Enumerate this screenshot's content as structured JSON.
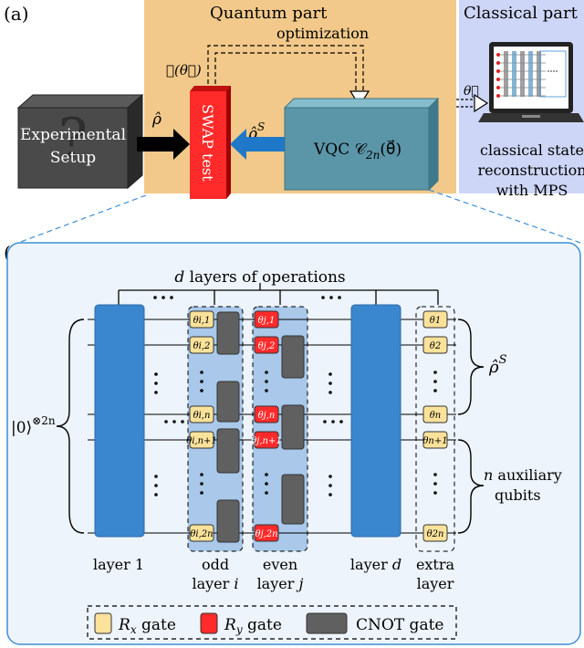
{
  "panel_a": {
    "label": "(a)",
    "quantum_title": "Quantum part",
    "classical_title": "Classical part",
    "optimization": "optimization",
    "cost_fn": "ℱ(θ⃗)",
    "experimental_line1": "Experimental",
    "experimental_line2": "Setup",
    "question_mark": "?",
    "rho_hat": "ρ̂",
    "rho_s": "ρ̂",
    "rho_s_sup": "S",
    "swap_test": "SWAP test",
    "vqc": "VQC 𝒞",
    "vqc_sub": "2n",
    "vqc_arg": "(θ⃗)",
    "theta_arrow": "θ⃗",
    "recon_line1": "classical state",
    "recon_line2": "reconstruction",
    "recon_line3": "with MPS",
    "colors": {
      "quantum_bg": "#f2c98a",
      "classical_bg": "#cdd6f7",
      "swap_red": "#ff2a2a",
      "vqc_teal": "#5b96a8",
      "box_dark": "#3a3a3a",
      "arrow_blue": "#1f78c8"
    }
  },
  "panel_b": {
    "label": "(b)",
    "d_layers": "d layers of operations",
    "dots": "• • •",
    "ket": "|0⟩",
    "ket_sup": "⊗2n",
    "rho_s": "ρ̂",
    "rho_s_sup": "S",
    "aux_line1": "n auxiliary",
    "aux_line2": "qubits",
    "layer1": "layer 1",
    "odd_line1": "odd",
    "odd_line2": "layer i",
    "even_line1": "even",
    "even_line2": "layer j",
    "layer_d": "layer d",
    "extra_line1": "extra",
    "extra_line2": "layer",
    "odd_gates": [
      "θi,1",
      "θi,2",
      "θi,n",
      "θi,n+1",
      "θi,2n"
    ],
    "even_gates": [
      "θj,1",
      "θj,2",
      "θj,n",
      "θj,n+1",
      "θj,2n"
    ],
    "extra_gates": [
      "θ1",
      "θ2",
      "θn",
      "θn+1",
      "θ2n"
    ],
    "legend": {
      "rx": "Rx gate",
      "ry": "Ry gate",
      "cnot": "CNOT gate"
    },
    "colors": {
      "panel_bg": "#eef4fb",
      "panel_border": "#3d8fd6",
      "layer_blue": "#3a86cf",
      "group_bg": "#a9c8ea",
      "rx_yellow": "#fbe29a",
      "ry_red": "#ff2a2a",
      "cnot_gray": "#606060"
    }
  }
}
